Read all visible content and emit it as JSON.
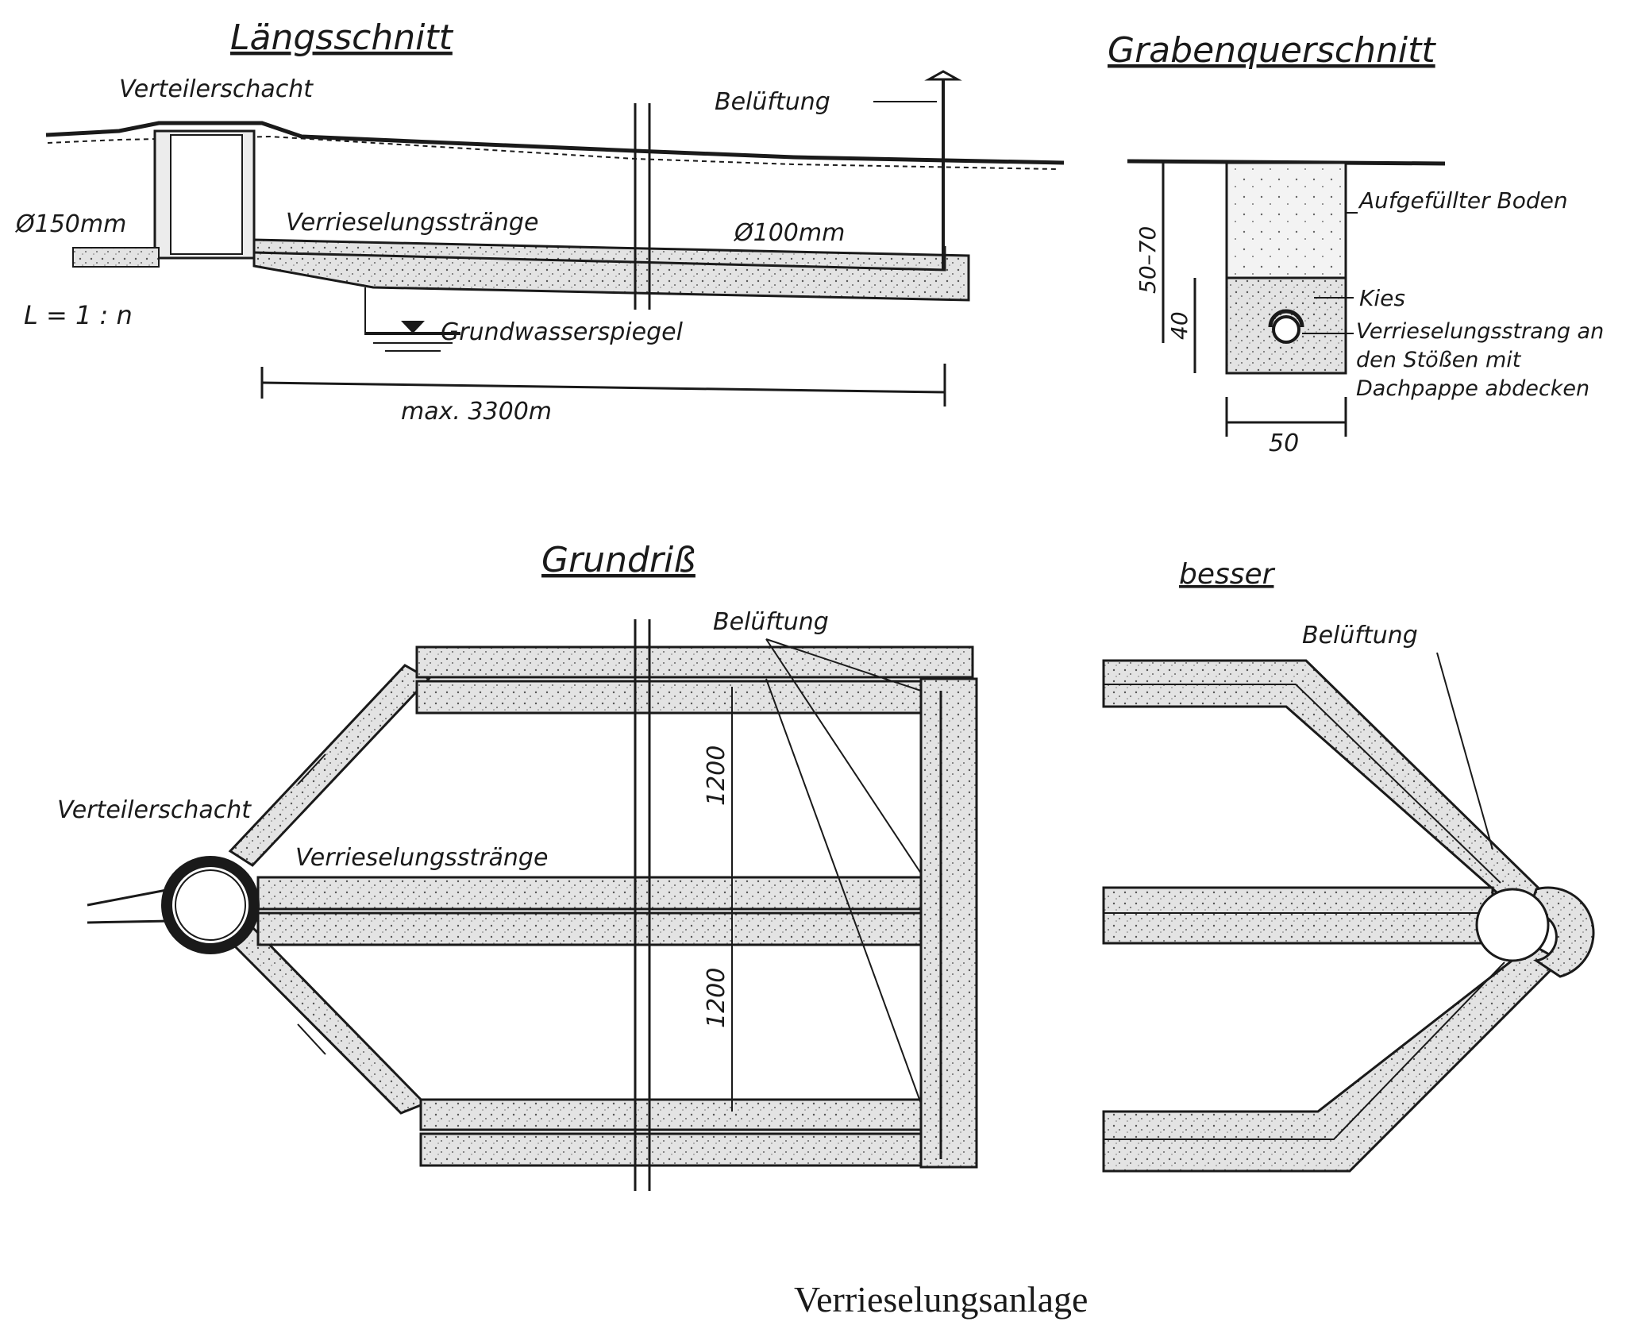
{
  "titles": {
    "longitudinal_section": "Längsschnitt",
    "trench_cross_section": "Grabenquerschnitt",
    "plan_view": "Grundriß",
    "better_variant": "besser"
  },
  "longitudinal_section": {
    "distribution_shaft": "Verteilerschacht",
    "ventilation": "Belüftung",
    "inlet_diameter": "Ø150mm",
    "irrigation_strands": "Verrieselungsstränge",
    "strand_diameter": "Ø100mm",
    "slope_note": "L = 1 : n",
    "groundwater_level": "Grundwasserspiegel",
    "max_length": "max. 3300m"
  },
  "trench_cross_section": {
    "depth_range": "50–70",
    "gravel_depth": "40",
    "trench_width": "50",
    "backfill": "Aufgefüllter Boden",
    "gravel": "Kies",
    "strand_note": "Verrieselungsstrang an den Stößen mit Dachpappe abdecken"
  },
  "plan_view": {
    "ventilation": "Belüftung",
    "distribution_shaft": "Verteilerschacht",
    "irrigation_strands": "Verrieselungsstränge",
    "spacing_upper": "1200",
    "spacing_lower": "1200"
  },
  "better_variant": {
    "ventilation": "Belüftung"
  },
  "caption": "Verrieselungsanlage"
}
